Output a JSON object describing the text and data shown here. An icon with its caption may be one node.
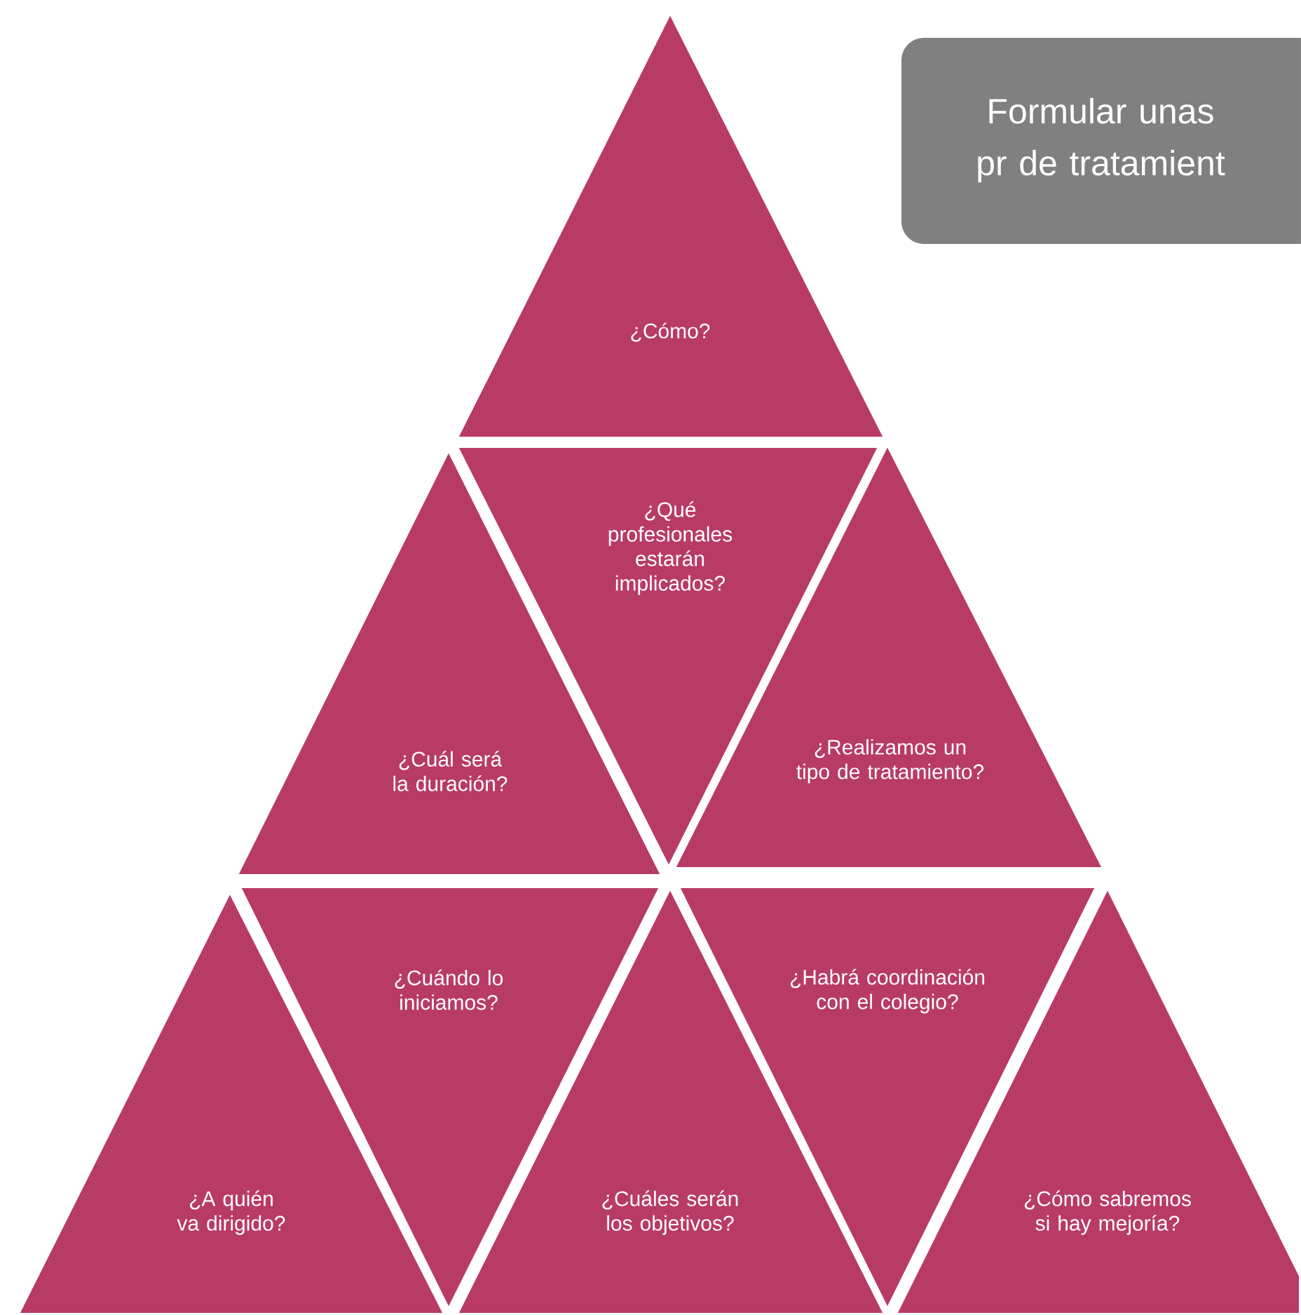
{
  "diagram": {
    "nodes": [
      {
        "text": [
          "¿Cómo?"
        ]
      },
      {
        "text": [
          "Formular unas pr de tratamient"
        ]
      },
      {
        "text": [
          "¿Qué profesionales estarán implicados?"
        ]
      },
      {
        "text": [
          "¿Cuál será la duración?"
        ]
      },
      {
        "text": [
          "¿Realizamos un tipo de tratamiento?"
        ]
      },
      {
        "text": [
          "¿Cuándo lo iniciamos?"
        ]
      },
      {
        "text": [
          "¿Habrá coordinación con el colegio?"
        ]
      },
      {
        "text": [
          "¿A quién va dirigido?"
        ]
      },
      {
        "text": [
          "¿Cuáles serán los objetivos?"
        ]
      },
      {
        "text": [
          "¿Cómo sabremos si hay mejoría?"
        ]
      }
    ]
  }
}
